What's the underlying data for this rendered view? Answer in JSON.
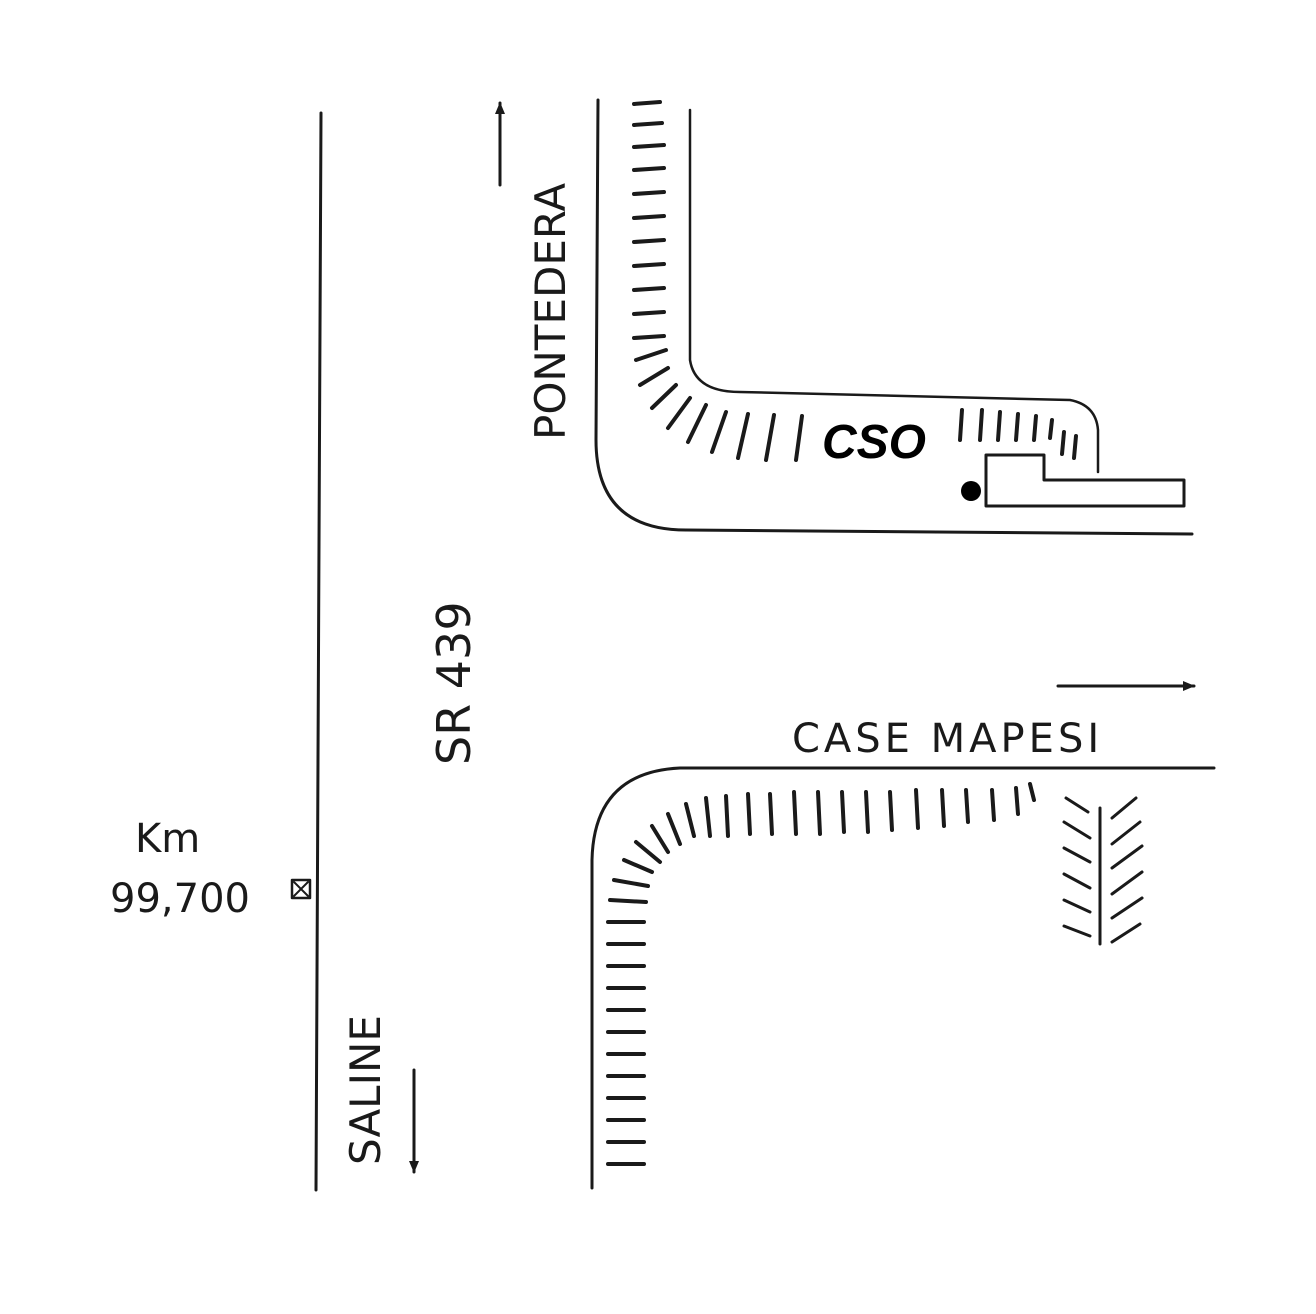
{
  "map": {
    "road_label": "SR 439",
    "direction_north": "PONTEDERA",
    "direction_south": "SALINE",
    "direction_east": "CASE MAPESI",
    "site_label": "CSO",
    "kilometer_marker": {
      "unit": "Km",
      "value": "99,700"
    }
  },
  "colors": {
    "ink": "#1a1a1a",
    "paper": "#ffffff"
  }
}
